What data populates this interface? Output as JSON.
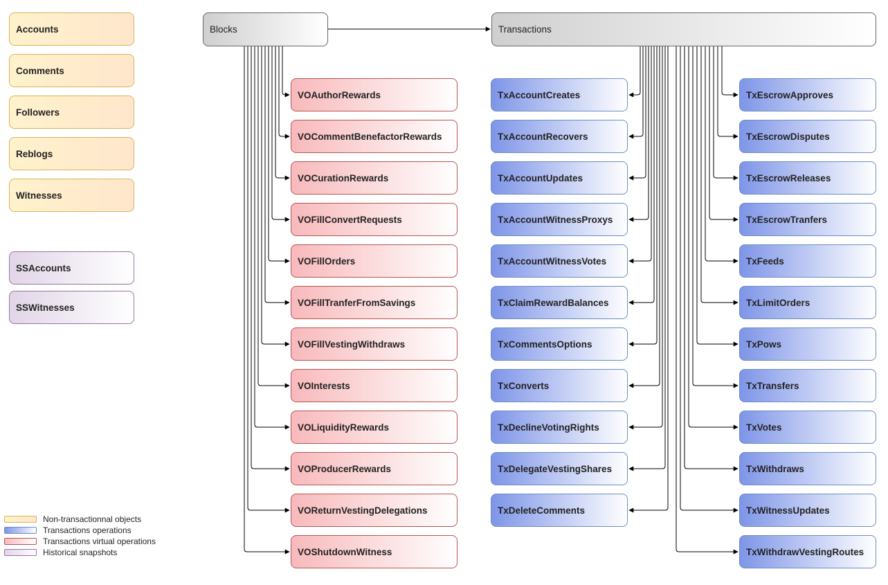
{
  "objects": [
    "Accounts",
    "Comments",
    "Followers",
    "Reblogs",
    "Witnesses"
  ],
  "snapshots": [
    "SSAccounts",
    "SSWitnesses"
  ],
  "blocks_label": "Blocks",
  "transactions_label": "Transactions",
  "virtual_operations": [
    "VOAuthorRewards",
    "VOCommentBenefactorRewards",
    "VOCurationRewards",
    "VOFillConvertRequests",
    "VOFillOrders",
    "VOFillTranferFromSavings",
    "VOFillVestingWithdraws",
    "VOInterests",
    "VOLiquidityRewards",
    "VOProducerRewards",
    "VOReturnVestingDelegations",
    "VOShutdownWitness"
  ],
  "tx_left": [
    "TxAccountCreates",
    "TxAccountRecovers",
    "TxAccountUpdates",
    "TxAccountWitnessProxys",
    "TxAccountWitnessVotes",
    "TxClaimRewardBalances",
    "TxCommentsOptions",
    "TxConverts",
    "TxDeclineVotingRights",
    "TxDelegateVestingShares",
    "TxDeleteComments"
  ],
  "tx_right": [
    "TxEscrowApproves",
    "TxEscrowDisputes",
    "TxEscrowReleases",
    "TxEscrowTranfers",
    "TxFeeds",
    "TxLimitOrders",
    "TxPows",
    "TxTransfers",
    "TxVotes",
    "TxWithdraws",
    "TxWitnessUpdates",
    "TxWithdrawVestingRoutes"
  ],
  "legend": [
    {
      "label": "Non-transactionnal objects",
      "kind": "obj"
    },
    {
      "label": "Transactions operations",
      "kind": "tx"
    },
    {
      "label": "Transactions virtual operations",
      "kind": "vo"
    },
    {
      "label": "Historical snapshots",
      "kind": "ss"
    }
  ],
  "colors": {
    "object_fill": "#fff2cc",
    "object_border": "#d6b656",
    "tx_fill": "#7e95e8",
    "tx_border": "#6c8ebf",
    "vo_fill": "#f8b9bb",
    "vo_border": "#b85450",
    "ss_fill": "#e1d5e7",
    "ss_border": "#9673a6",
    "header_fill": "#cfcfcf",
    "header_border": "#666666"
  }
}
